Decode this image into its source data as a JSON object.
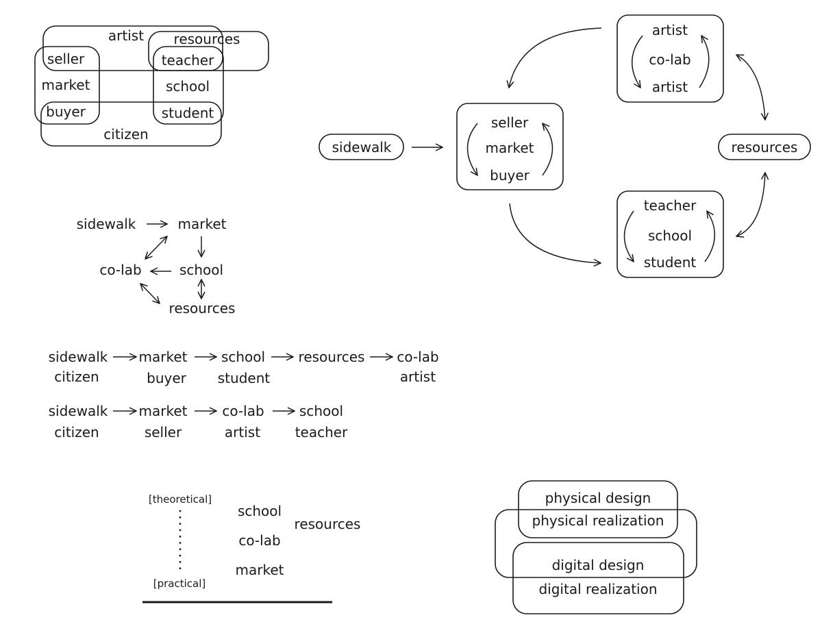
{
  "venn_roles": {
    "sets": {
      "artist": "artist",
      "resources": "resources",
      "market": "market",
      "school": "school",
      "citizen": "citizen"
    },
    "members": {
      "seller": "seller",
      "buyer": "buyer",
      "teacher": "teacher",
      "student": "student"
    }
  },
  "cycle_diagram": {
    "sidewalk": "sidewalk",
    "market_box": [
      "seller",
      "market",
      "buyer"
    ],
    "colab_box": [
      "artist",
      "co-lab",
      "artist"
    ],
    "school_box": [
      "teacher",
      "school",
      "student"
    ],
    "resources": "resources",
    "arrow_glyphs": {
      "right": "→"
    }
  },
  "network": {
    "sidewalk": "sidewalk",
    "market": "market",
    "colab": "co-lab",
    "school": "school",
    "resources": "resources"
  },
  "pathways": [
    {
      "steps": [
        {
          "place": "sidewalk",
          "role": "citizen"
        },
        {
          "place": "market",
          "role": "buyer"
        },
        {
          "place": "school",
          "role": "student"
        },
        {
          "place": "resources",
          "role": ""
        },
        {
          "place": "co-lab",
          "role": "artist"
        }
      ]
    },
    {
      "steps": [
        {
          "place": "sidewalk",
          "role": "citizen"
        },
        {
          "place": "market",
          "role": "seller"
        },
        {
          "place": "co-lab",
          "role": "artist"
        },
        {
          "place": "school",
          "role": "teacher"
        }
      ]
    }
  ],
  "spectrum": {
    "top_label": "[theoretical]",
    "bottom_label": "[practical]",
    "items": [
      "school",
      "co-lab",
      "market"
    ],
    "side_item": "resources"
  },
  "design_venn": {
    "physical_design": "physical design",
    "physical_realization": "physical realization",
    "digital_design": "digital design",
    "digital_realization": "digital realization"
  }
}
